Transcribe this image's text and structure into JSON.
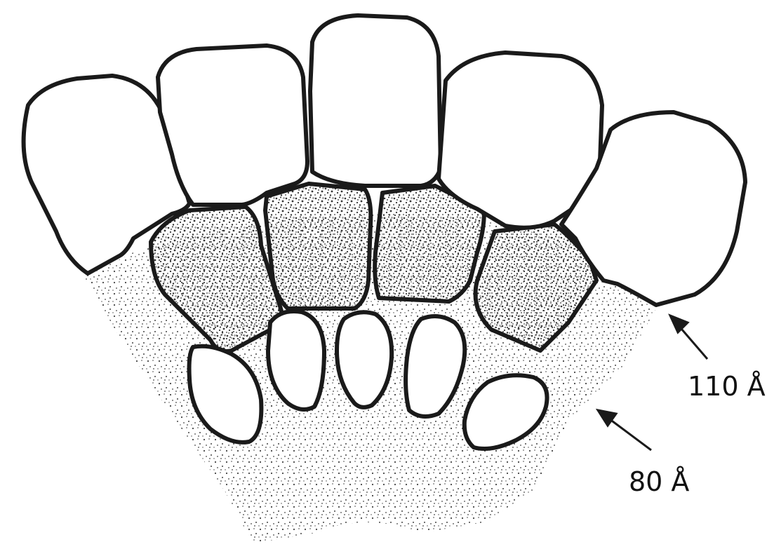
{
  "annotations": [
    {
      "id": "outer-layer-thickness",
      "text": "110 Å"
    },
    {
      "id": "inner-layer-thickness",
      "text": "80 Å"
    }
  ],
  "colors": {
    "outline": "#1a1a1a",
    "stipple": "#3a3a3a",
    "background": "#ffffff"
  }
}
